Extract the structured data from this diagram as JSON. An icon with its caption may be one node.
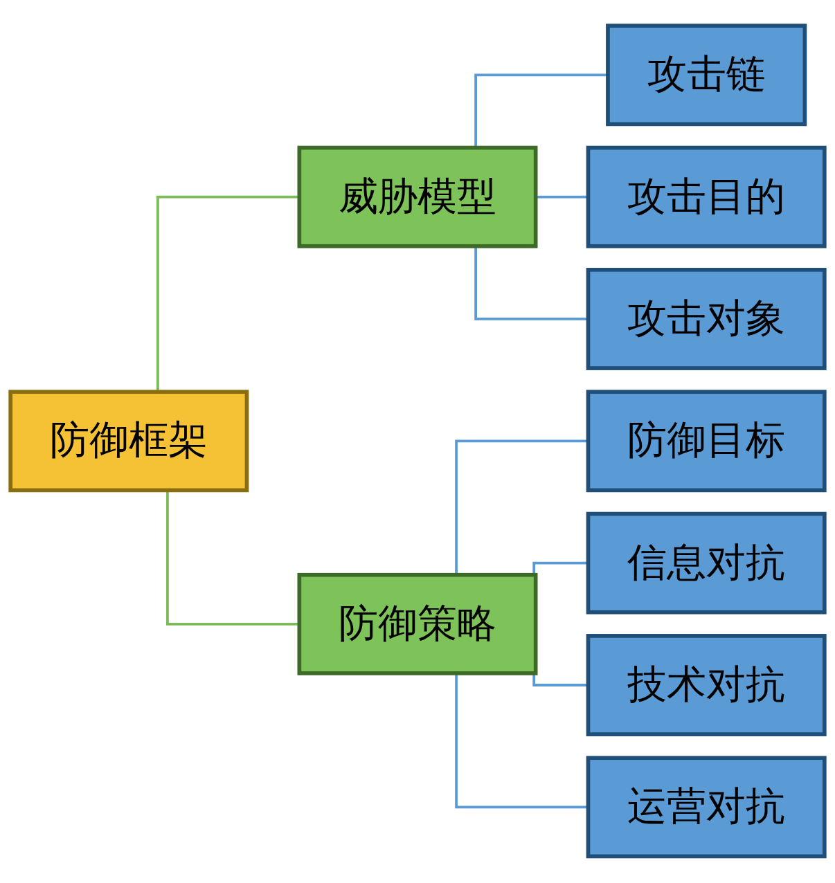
{
  "diagram": {
    "nodes": [
      {
        "text": [
          "防御框架"
        ]
      },
      {
        "text": [
          "威胁模型"
        ]
      },
      {
        "text": [
          "攻击链"
        ]
      },
      {
        "text": [
          "攻击目的"
        ]
      },
      {
        "text": [
          "攻击对象"
        ]
      },
      {
        "text": [
          "防御策略"
        ]
      },
      {
        "text": [
          "防御目标"
        ]
      },
      {
        "text": [
          "信息对抗"
        ]
      },
      {
        "text": [
          "技术对抗"
        ]
      },
      {
        "text": [
          "运营对抗"
        ]
      }
    ],
    "edges": [
      {
        "from": 0,
        "to": 1,
        "arrow": "none",
        "color": "#7dbb5a"
      },
      {
        "from": 0,
        "to": 5,
        "arrow": "none",
        "color": "#7dbb5a"
      },
      {
        "from": 1,
        "to": 2,
        "arrow": "none"
      },
      {
        "from": 1,
        "to": 3,
        "arrow": "none"
      },
      {
        "from": 1,
        "to": 4,
        "arrow": "none"
      },
      {
        "from": 5,
        "to": 6,
        "arrow": "none"
      },
      {
        "from": 5,
        "to": 7,
        "arrow": "none"
      },
      {
        "from": 5,
        "to": 8,
        "arrow": "none"
      },
      {
        "from": 5,
        "to": 9,
        "arrow": "none"
      }
    ]
  }
}
